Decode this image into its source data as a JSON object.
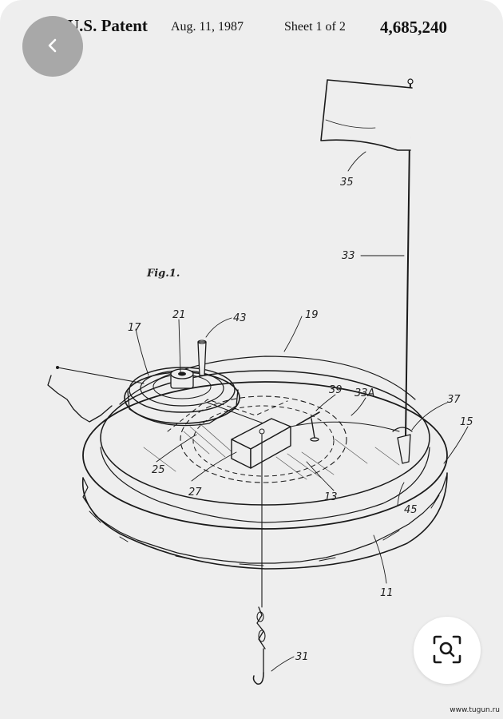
{
  "header": {
    "left": "U.S. Patent",
    "date": "Aug. 11, 1987",
    "sheet": "Sheet 1 of 2",
    "number": "4,685,240"
  },
  "figure": {
    "title": "Fig.1.",
    "labels": {
      "l17": "17",
      "l21": "21",
      "l43": "43",
      "l19": "19",
      "l39": "39",
      "l33a": "33A",
      "l37": "37",
      "l15": "15",
      "l35": "35",
      "l33": "33",
      "l25": "25",
      "l27": "27",
      "l13": "13",
      "l45": "45",
      "l11": "11",
      "l31": "31"
    }
  },
  "icons": {
    "back": "chevron-left-icon",
    "lens": "visual-search-icon"
  },
  "watermark": "www.tugun.ru"
}
